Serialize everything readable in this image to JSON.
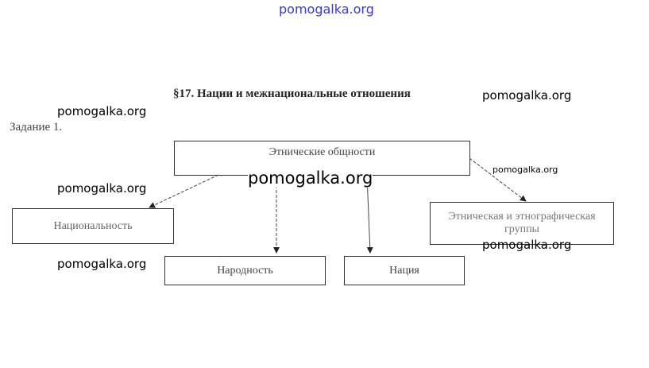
{
  "watermark_top": "pomogalka.org",
  "watermarks": [
    "pomogalka.org",
    "pomogalka.org",
    "pomogalka.org",
    "pomogalka.org",
    "pomogalka.org",
    "pomogalka.org",
    "pomogalka.org"
  ],
  "title": "§17. Нации и межнациональные отношения",
  "task": "Задание 1.",
  "diagram": {
    "root": "Этнические общности",
    "children": [
      "Национальность",
      "Народность",
      "Нация",
      "Этническая и этнографическая группы"
    ]
  },
  "colors": {
    "watermark_top": "#3a3ad0"
  }
}
